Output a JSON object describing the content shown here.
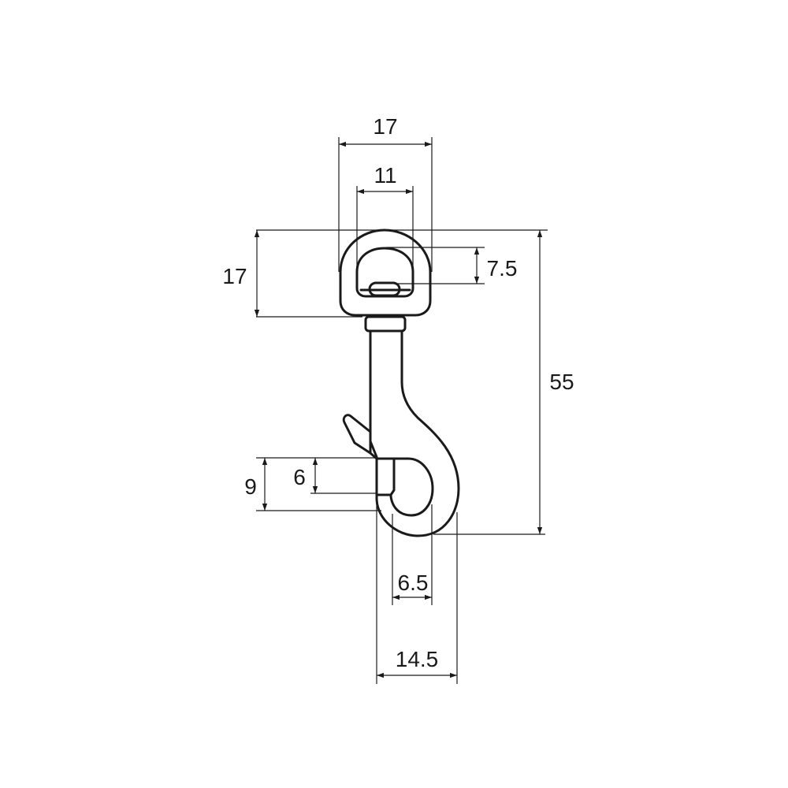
{
  "title": "",
  "part": "swivel snap hook",
  "dimensions": {
    "eye_outer_width": "17",
    "eye_inner_width": "11",
    "eye_inner_height": "7.5",
    "eye_height": "17",
    "overall_length": "55",
    "gate_opening_outer": "9",
    "gate_opening_inner": "6",
    "hook_inner_width": "6.5",
    "hook_outer_width": "14.5"
  }
}
